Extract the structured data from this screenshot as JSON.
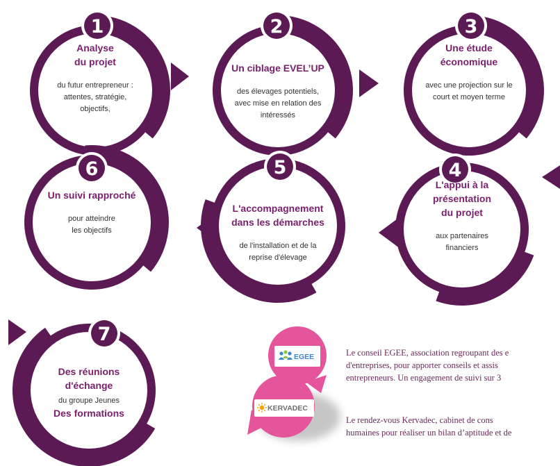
{
  "colors": {
    "ring_dark": "#5b1a54",
    "ring_inner": "#ffffff",
    "title": "#7a1f6c",
    "text": "#333333",
    "bubble_pink": "#e5559b",
    "logo_egee": "#3c86c8",
    "logo_kervadec": "#6f6f6f",
    "note_text": "#6b2a5c"
  },
  "steps": [
    {
      "number": "1",
      "title_lines": [
        "Analyse",
        "du projet"
      ],
      "desc_lines": [
        "du futur entrepreneur :",
        "attentes, stratégie,",
        "objectifs,"
      ]
    },
    {
      "number": "2",
      "title_lines": [
        "Un ciblage EVEL’UP"
      ],
      "desc_lines": [
        "des élevages potentiels,",
        "avec mise en relation des",
        "intéressés"
      ]
    },
    {
      "number": "3",
      "title_lines": [
        "Une étude",
        "économique"
      ],
      "desc_lines": [
        "avec une projection sur le",
        "court et moyen terme"
      ]
    },
    {
      "number": "4",
      "title_lines": [
        "L'appui à la",
        "présentation",
        "du projet"
      ],
      "desc_lines": [
        "aux partenaires",
        "financiers"
      ]
    },
    {
      "number": "5",
      "title_lines": [
        "L'accompagnement",
        "dans les démarches"
      ],
      "desc_lines": [
        "de l'installation et de la",
        "reprise d'élevage"
      ]
    },
    {
      "number": "6",
      "title_lines": [
        "Un suivi rapproché"
      ],
      "desc_lines": [
        "pour atteindre",
        "les objectifs"
      ]
    },
    {
      "number": "7",
      "lines": [
        {
          "text": "Des réunions",
          "bold": true
        },
        {
          "text": "d'échange",
          "bold": true
        },
        {
          "text": "du groupe Jeunes",
          "bold": false
        },
        {
          "text": "Des formations",
          "bold": true
        }
      ]
    }
  ],
  "partners": [
    {
      "logo": "EGEE",
      "logo_icon": "egee-people-icon",
      "lines": [
        "Le conseil EGEE, association regroupant des e",
        "d'entreprises, pour apporter conseils et assis",
        "entrepreneurs. Un engagement de suivi sur 3"
      ]
    },
    {
      "logo": "KERVADEC",
      "logo_icon": "kervadec-sun-icon",
      "lines": [
        "Le rendez-vous Kervadec, cabinet de cons",
        "humaines pour réaliser un bilan d’aptitude et de"
      ]
    }
  ]
}
